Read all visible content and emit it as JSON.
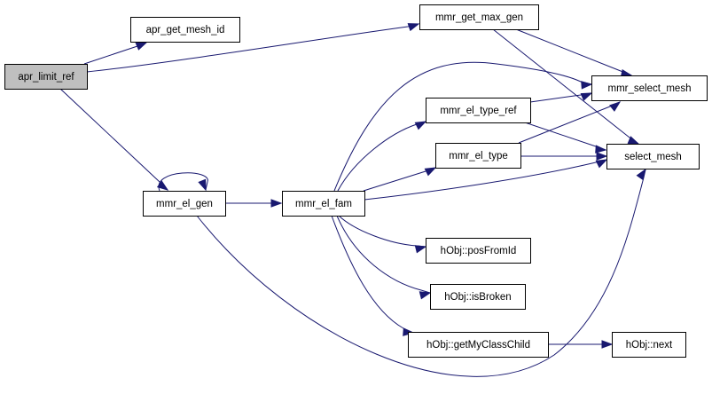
{
  "diagram": {
    "type": "call-graph",
    "edge_color": "#191970",
    "root_fill": "#bfbfbf",
    "node_fill": "#ffffff",
    "nodes": [
      {
        "id": "apr_limit_ref",
        "label": "apr_limit_ref",
        "root": true
      },
      {
        "id": "apr_get_mesh_id",
        "label": "apr_get_mesh_id"
      },
      {
        "id": "mmr_get_max_gen",
        "label": "mmr_get_max_gen"
      },
      {
        "id": "mmr_el_gen",
        "label": "mmr_el_gen"
      },
      {
        "id": "mmr_el_fam",
        "label": "mmr_el_fam"
      },
      {
        "id": "mmr_select_mesh",
        "label": "mmr_select_mesh"
      },
      {
        "id": "mmr_el_type_ref",
        "label": "mmr_el_type_ref"
      },
      {
        "id": "mmr_el_type",
        "label": "mmr_el_type"
      },
      {
        "id": "select_mesh",
        "label": "select_mesh"
      },
      {
        "id": "hObj_posFromId",
        "label": "hObj::posFromId"
      },
      {
        "id": "hObj_isBroken",
        "label": "hObj::isBroken"
      },
      {
        "id": "hObj_getMyClassChild",
        "label": "hObj::getMyClassChild"
      },
      {
        "id": "hObj_next",
        "label": "hObj::next"
      }
    ],
    "edges": [
      {
        "from": "apr_limit_ref",
        "to": "apr_get_mesh_id"
      },
      {
        "from": "apr_limit_ref",
        "to": "mmr_get_max_gen"
      },
      {
        "from": "apr_limit_ref",
        "to": "mmr_el_gen"
      },
      {
        "from": "mmr_get_max_gen",
        "to": "mmr_select_mesh"
      },
      {
        "from": "mmr_get_max_gen",
        "to": "select_mesh"
      },
      {
        "from": "mmr_el_gen",
        "to": "mmr_el_gen"
      },
      {
        "from": "mmr_el_gen",
        "to": "mmr_el_fam"
      },
      {
        "from": "mmr_el_gen",
        "to": "select_mesh"
      },
      {
        "from": "mmr_el_fam",
        "to": "mmr_select_mesh"
      },
      {
        "from": "mmr_el_fam",
        "to": "mmr_el_type_ref"
      },
      {
        "from": "mmr_el_fam",
        "to": "mmr_el_type"
      },
      {
        "from": "mmr_el_fam",
        "to": "select_mesh"
      },
      {
        "from": "mmr_el_fam",
        "to": "hObj_posFromId"
      },
      {
        "from": "mmr_el_fam",
        "to": "hObj_isBroken"
      },
      {
        "from": "mmr_el_fam",
        "to": "hObj_getMyClassChild"
      },
      {
        "from": "mmr_el_type_ref",
        "to": "mmr_select_mesh"
      },
      {
        "from": "mmr_el_type_ref",
        "to": "select_mesh"
      },
      {
        "from": "mmr_el_type",
        "to": "mmr_select_mesh"
      },
      {
        "from": "mmr_el_type",
        "to": "select_mesh"
      },
      {
        "from": "hObj_getMyClassChild",
        "to": "hObj_next"
      }
    ]
  }
}
